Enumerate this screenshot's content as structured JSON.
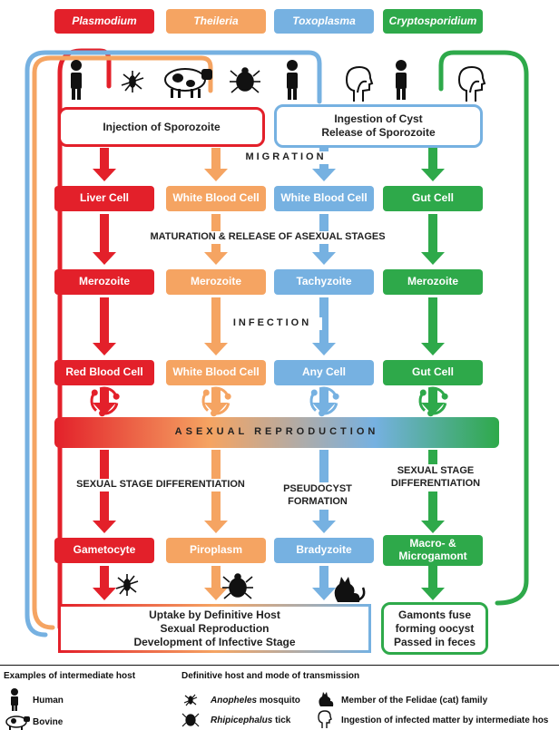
{
  "headers": [
    "Plasmodium",
    "Theileria",
    "Toxoplasma",
    "Cryptosporidium"
  ],
  "colors": {
    "red": "#e3202a",
    "orange": "#f5a462",
    "blue": "#76b1e1",
    "green": "#2ea94a"
  },
  "entry": {
    "injection": "Injection of Sporozoite",
    "ingestion": "Ingestion of Cyst\nRelease of Sporozoite"
  },
  "stages": {
    "migration": "MIGRATION",
    "maturation": "MATURATION & RELEASE OF ASEXUAL STAGES",
    "infection": "INFECTION",
    "asexual": "ASEXUAL REPRODUCTION",
    "sexual_diff": "SEXUAL STAGE DIFFERENTIATION",
    "pseudocyst": "PSEUDOCYST\nFORMATION",
    "sexual_diff_2": "SEXUAL STAGE\nDIFFERENTIATION"
  },
  "rows": {
    "host_cell": [
      "Liver Cell",
      "White Blood Cell",
      "White Blood Cell",
      "Gut Cell"
    ],
    "asexual_form": [
      "Merozoite",
      "Merozoite",
      "Tachyzoite",
      "Merozoite"
    ],
    "infected_cell": [
      "Red Blood Cell",
      "White Blood Cell",
      "Any Cell",
      "Gut Cell"
    ],
    "sexual_form": [
      "Gametocyte",
      "Piroplasm",
      "Bradyzoite",
      "Macro- &\nMicrogamont"
    ]
  },
  "outcome": {
    "definitive": "Uptake by Definitive Host\nSexual Reproduction\nDevelopment of Infective Stage",
    "gamonts": "Gamonts fuse\nforming oocyst\nPassed in feces"
  },
  "legend": {
    "intermediate_title": "Examples of intermediate host",
    "definitive_title": "Definitive host and mode of transmission",
    "human": "Human",
    "bovine": "Bovine",
    "mosquito_genus": "Anopheles",
    "mosquito_rest": " mosquito",
    "tick_genus": "Rhipicephalus",
    "tick_rest": " tick",
    "felidae": "Member of the Felidae (cat) family",
    "ingestion": "Ingestion of infected matter by intermediate hos"
  },
  "icons": [
    "human-icon",
    "mosquito-icon",
    "cow-icon",
    "tick-icon",
    "cat-icon",
    "head-ingestion-icon",
    "cycle-icon"
  ]
}
